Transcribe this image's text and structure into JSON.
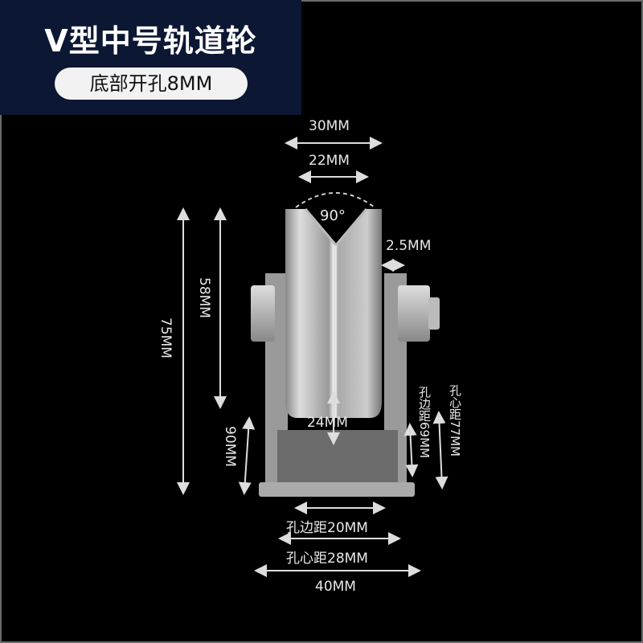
{
  "header": {
    "title": "V型中号轨道轮",
    "subtitle_badge": "底部开孔8MM"
  },
  "dimensions": {
    "overall_width": "30MM",
    "groove_width": "22MM",
    "groove_angle": "90°",
    "flange_thickness": "2.5MM",
    "wheel_height": "58MM",
    "overall_height": "75MM",
    "bracket_height": "90MM",
    "groove_depth": "24MM",
    "hole_edge_distance_vertical": "孔边距69MM",
    "hole_center_distance_vertical": "孔心距77MM",
    "hole_edge_distance_horizontal": "孔边距20MM",
    "hole_center_distance_horizontal": "孔心距28MM",
    "base_width": "40MM"
  },
  "colors": {
    "banner_bg": "#0b1733",
    "background": "#000000",
    "text": "#e8e8e8"
  }
}
